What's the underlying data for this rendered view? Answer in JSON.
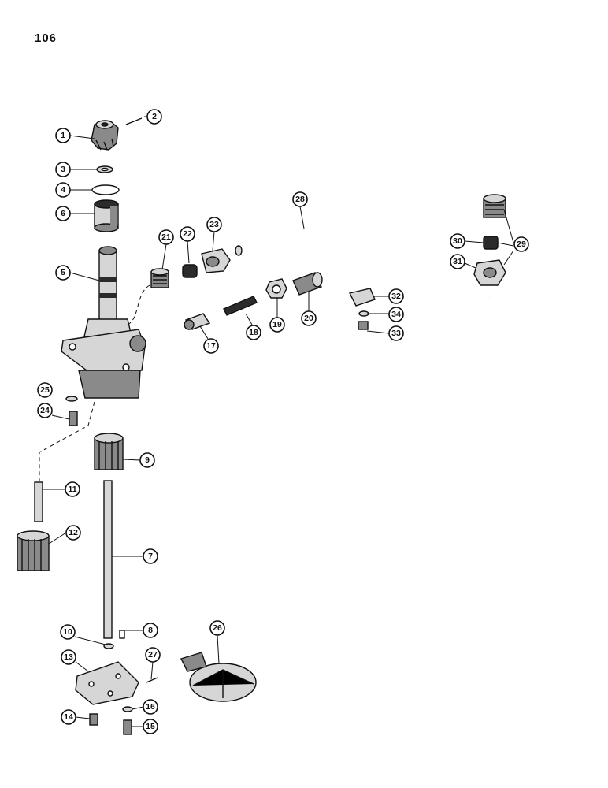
{
  "page_number": "106",
  "callouts": [
    {
      "id": "1",
      "label": "1"
    },
    {
      "id": "2",
      "label": "2"
    },
    {
      "id": "3",
      "label": "3"
    },
    {
      "id": "4",
      "label": "4"
    },
    {
      "id": "5",
      "label": "5"
    },
    {
      "id": "6",
      "label": "6"
    },
    {
      "id": "7",
      "label": "7"
    },
    {
      "id": "8",
      "label": "8"
    },
    {
      "id": "9",
      "label": "9"
    },
    {
      "id": "10",
      "label": "10"
    },
    {
      "id": "11",
      "label": "11"
    },
    {
      "id": "12",
      "label": "12"
    },
    {
      "id": "13",
      "label": "13"
    },
    {
      "id": "14",
      "label": "14"
    },
    {
      "id": "15",
      "label": "15"
    },
    {
      "id": "16",
      "label": "16"
    },
    {
      "id": "17",
      "label": "17"
    },
    {
      "id": "18",
      "label": "18"
    },
    {
      "id": "19",
      "label": "19"
    },
    {
      "id": "20",
      "label": "20"
    },
    {
      "id": "21",
      "label": "21"
    },
    {
      "id": "22",
      "label": "22"
    },
    {
      "id": "23",
      "label": "23"
    },
    {
      "id": "24",
      "label": "24"
    },
    {
      "id": "25",
      "label": "25"
    },
    {
      "id": "26",
      "label": "26"
    },
    {
      "id": "27",
      "label": "27"
    },
    {
      "id": "28",
      "label": "28"
    },
    {
      "id": "29",
      "label": "29"
    },
    {
      "id": "30",
      "label": "30"
    },
    {
      "id": "31",
      "label": "31"
    },
    {
      "id": "32",
      "label": "32"
    },
    {
      "id": "33",
      "label": "33"
    },
    {
      "id": "34",
      "label": "34"
    }
  ]
}
